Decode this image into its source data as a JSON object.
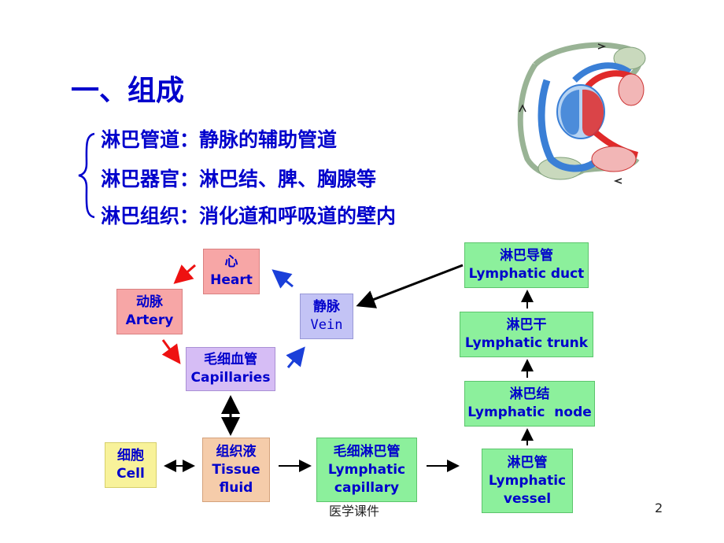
{
  "slide": {
    "title": "一、组成",
    "items": [
      "淋巴管道：静脉的辅助管道",
      "淋巴器官：淋巴结、脾、胸腺等",
      "淋巴组织：消化道和呼吸道的壁内"
    ],
    "footer": "医学课件",
    "page_number": "2"
  },
  "diagram": {
    "nodes": {
      "heart": {
        "zh": "心",
        "en": "Heart"
      },
      "artery": {
        "zh": "动脉",
        "en": "Artery"
      },
      "vein": {
        "zh": "静脉",
        "en": "Vein"
      },
      "capillaries": {
        "zh": "毛细血管",
        "en": "Capillaries"
      },
      "cell": {
        "zh": "细胞",
        "en": "Cell"
      },
      "tissue_fluid": {
        "zh": "组织液",
        "en1": "Tissue",
        "en2": "fluid"
      },
      "lymphatic_capillary": {
        "zh": "毛细淋巴管",
        "en1": "Lymphatic",
        "en2": "capillary"
      },
      "lymphatic_vessel": {
        "zh": "淋巴管",
        "en1": "Lymphatic",
        "en2": "vessel"
      },
      "lymphatic_node": {
        "zh": "淋巴结",
        "en": "Lymphatic  node"
      },
      "lymphatic_trunk": {
        "zh": "淋巴干",
        "en": "Lymphatic trunk"
      },
      "lymphatic_duct": {
        "zh": "淋巴导管",
        "en": "Lymphatic duct"
      }
    },
    "colors": {
      "text": "#0000cc",
      "red_arrow": "#ee1111",
      "blue_arrow": "#1a3fd9",
      "black_arrow": "#000000"
    }
  }
}
